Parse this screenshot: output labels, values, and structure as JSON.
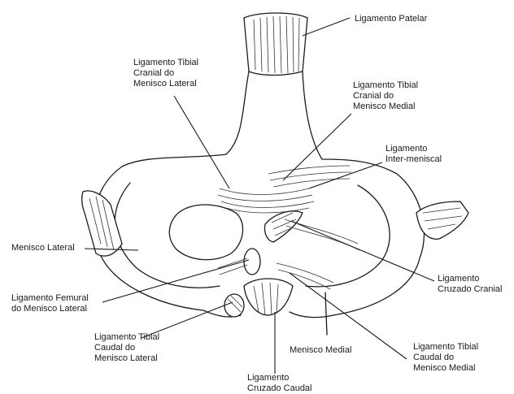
{
  "labels": {
    "ligamento_patelar": [
      "Ligamento Patelar"
    ],
    "tibial_cranial_lateral": [
      "Ligamento Tibial",
      "Cranial do",
      "Menisco Lateral"
    ],
    "tibial_cranial_medial": [
      "Ligamento Tibial",
      "Cranial do",
      "Menisco Medial"
    ],
    "inter_meniscal": [
      "Ligamento",
      "Inter-meniscal"
    ],
    "menisco_lateral": [
      "Menisco Lateral"
    ],
    "cruzado_cranial": [
      "Ligamento",
      "Cruzado Cranial"
    ],
    "femural_lateral": [
      "Ligamento Femural",
      "do Menisco Lateral"
    ],
    "tibial_caudal_lateral": [
      "Ligamento Tibial",
      "Caudal do",
      "Menisco Lateral"
    ],
    "menisco_medial": [
      "Menisco Medial"
    ],
    "tibial_caudal_medial": [
      "Ligamento Tibial",
      "Caudal do",
      "Menisco Medial"
    ],
    "cruzado_caudal": [
      "Ligamento",
      "Cruzado Caudal"
    ]
  }
}
